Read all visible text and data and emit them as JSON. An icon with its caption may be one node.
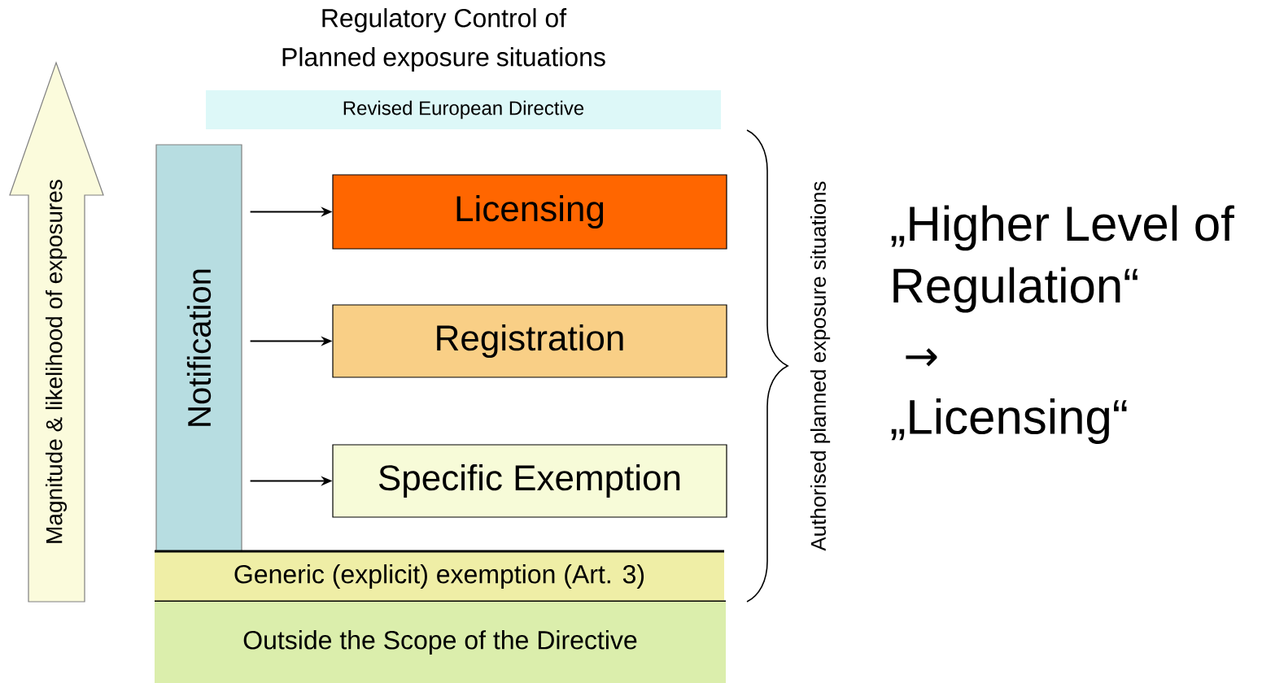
{
  "diagram": {
    "title": "Regulatory Control of Planned exposure situations",
    "nodes": [
      {
        "text": [
          "Revised European Directive"
        ]
      },
      {
        "text": [
          "Notification"
        ]
      },
      {
        "text": [
          "Licensing"
        ]
      },
      {
        "text": [
          "Registration"
        ]
      },
      {
        "text": [
          "Specific Exemption"
        ]
      },
      {
        "text": [
          "Generic (explicit) exemption (Art. 3)"
        ]
      },
      {
        "text": [
          "Outside the Scope of the Directive"
        ]
      },
      {
        "text": [
          "Magnitude & likelihood of exposures"
        ]
      }
    ],
    "edges": [
      {
        "from": 1,
        "to": 2,
        "arrow": "to"
      },
      {
        "from": 1,
        "to": 3,
        "arrow": "to"
      },
      {
        "from": 1,
        "to": 4,
        "arrow": "to"
      }
    ],
    "labels": [
      "Authorised planned exposure situations",
      "„Higher Level of Regulation“",
      "→",
      "„Licensing“"
    ]
  }
}
